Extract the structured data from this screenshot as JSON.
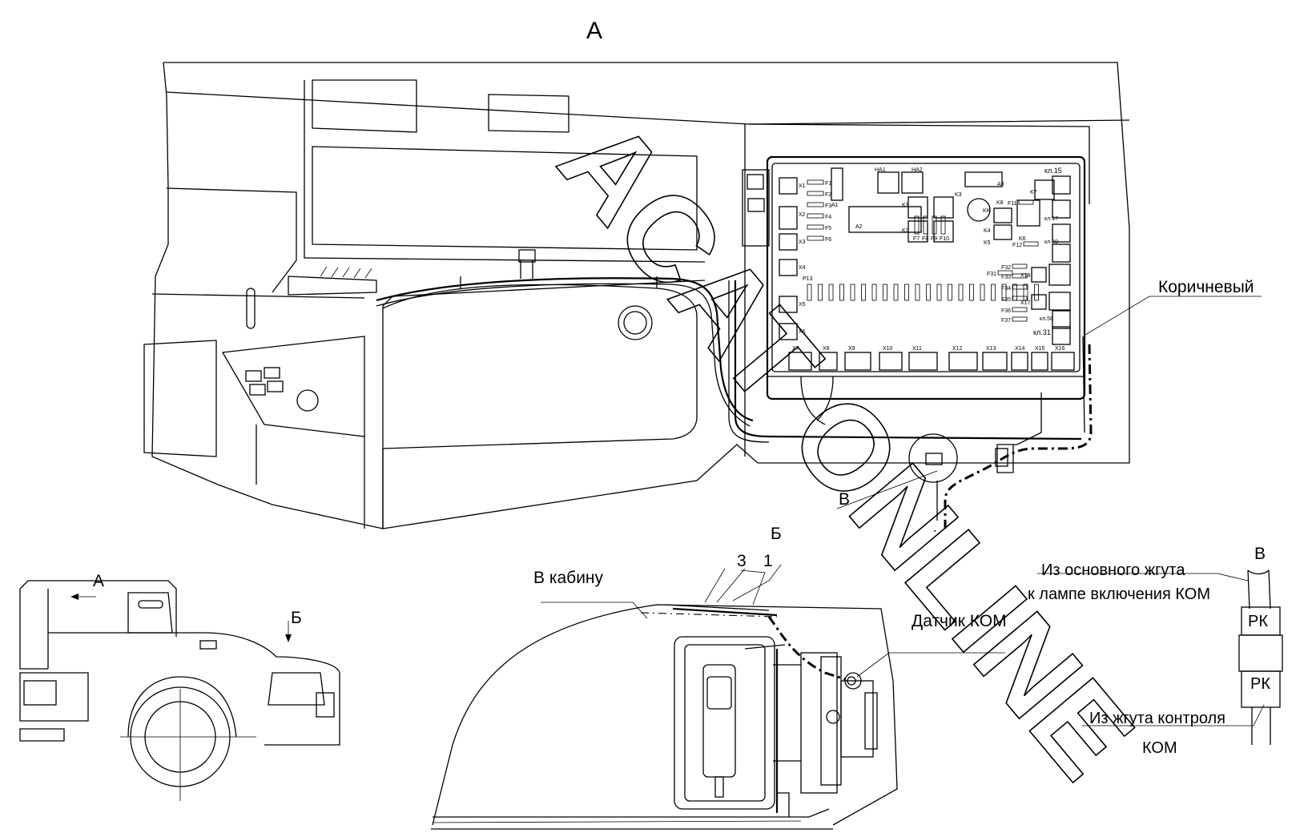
{
  "title": "",
  "views": {
    "view_a": "А",
    "view_b": "Б",
    "view_v": "В",
    "overview_a": "А",
    "overview_b": "Б"
  },
  "callouts": {
    "brown_wire": "Коричневый",
    "to_cab": "В кабину",
    "pto_sensor": "Датчик КОМ",
    "part_3": "3",
    "part_1": "1",
    "from_main_harness_line1": "Из основного жгута",
    "from_main_harness_line2": "к лампе включения КОМ",
    "from_pto_harness_line1": "Из жгута контроля",
    "from_pto_harness_line2": "КОМ",
    "connector_top": "РК",
    "connector_bottom": "РК"
  },
  "fuse_box": {
    "connectors_left": [
      "X1",
      "X2",
      "X3",
      "X4",
      "X5",
      "X6"
    ],
    "connectors_bottom": [
      "X7",
      "X8",
      "X9",
      "X10",
      "X11",
      "X12",
      "X13",
      "X14",
      "X15",
      "X16"
    ],
    "connectors_right": [
      "X17",
      "X18"
    ],
    "fuses_left": [
      "F1",
      "F2",
      "F3",
      "F4",
      "F5",
      "F6"
    ],
    "fuses_mid": [
      "F7",
      "F8",
      "F9",
      "F10"
    ],
    "fuses_right": [
      "F11",
      "F12",
      "F31",
      "F32",
      "F33",
      "F34",
      "F35",
      "F36",
      "F37"
    ],
    "relays": [
      "K1",
      "K2",
      "K3",
      "K4",
      "K5",
      "K6",
      "K7",
      "K8",
      "KK"
    ],
    "modules": [
      "A1",
      "A2",
      "A3",
      "HA1",
      "HA2",
      "P13"
    ],
    "terminals": [
      "кл.15",
      "кл.17",
      "кл.30",
      "кл.58",
      "кл.31"
    ]
  },
  "watermark": "ACAT ONLINE"
}
